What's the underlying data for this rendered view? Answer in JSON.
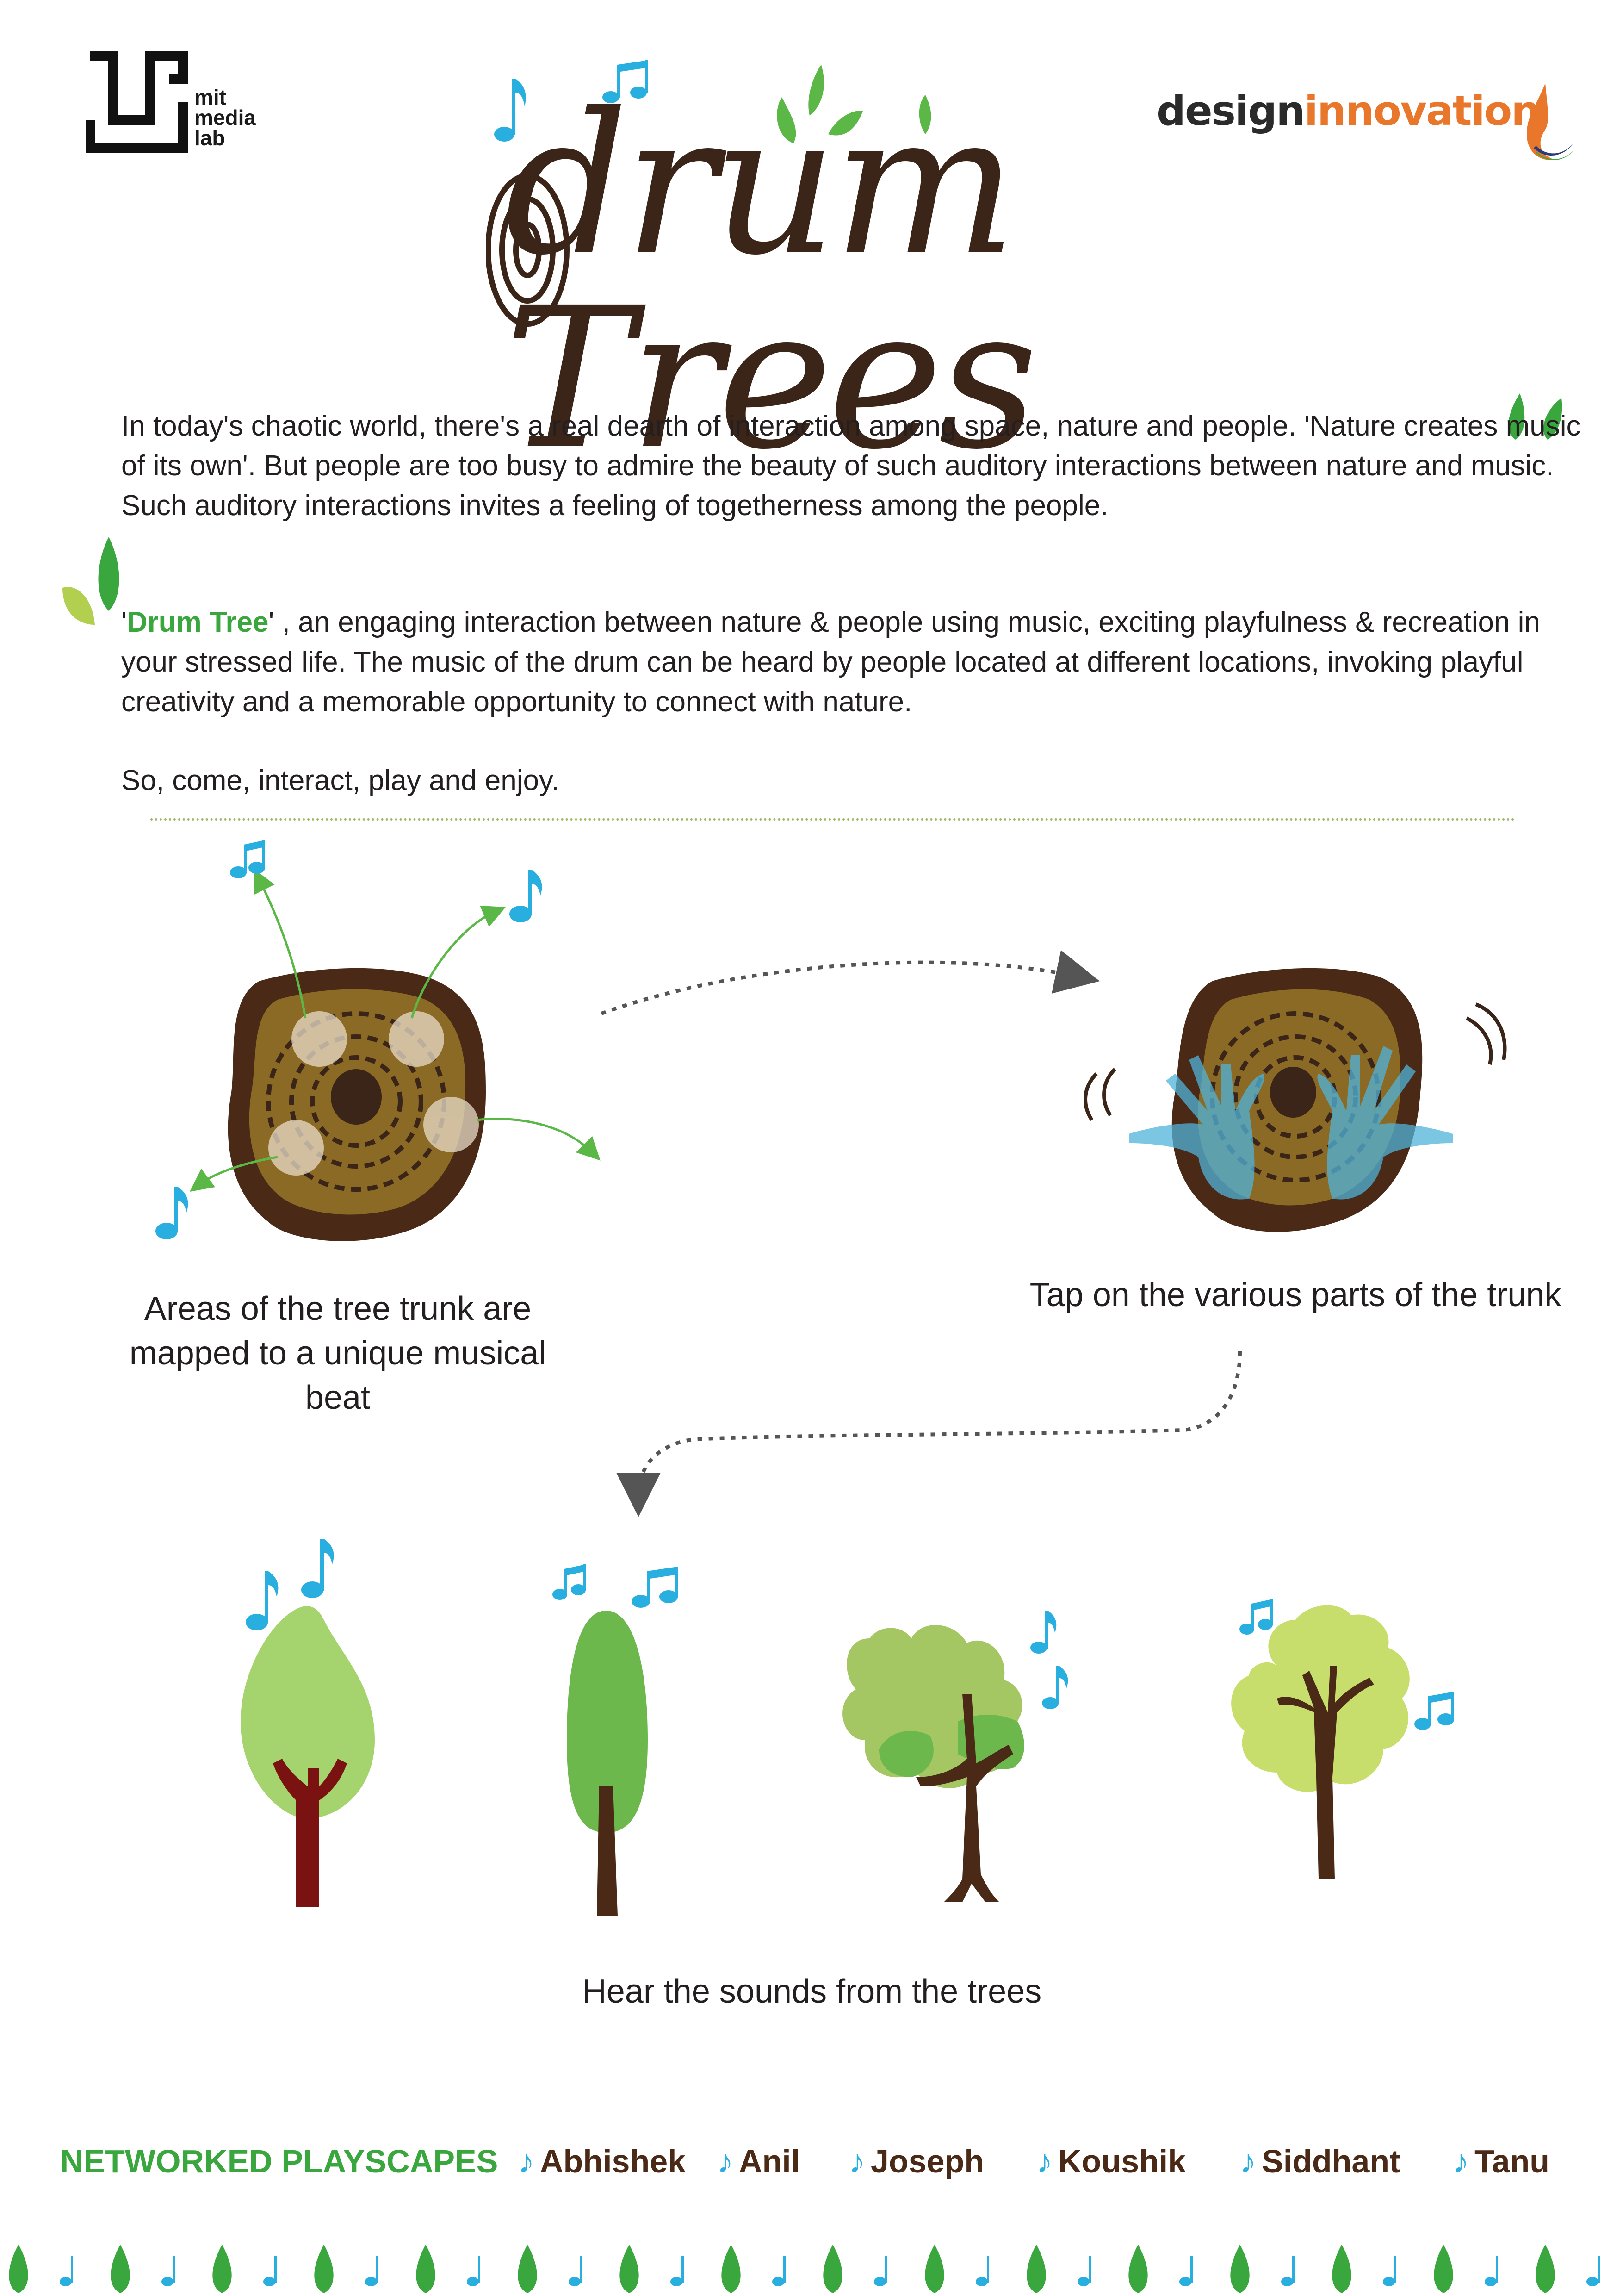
{
  "logos": {
    "mit": "mit\nmedia\nlab",
    "design": "design",
    "innovation": "innovation"
  },
  "title": "drum Trees",
  "intro": {
    "p1": "In today's chaotic world, there's a real dearth of interaction among space, nature and people. 'Nature creates music of its own'.  But people are too busy to admire the beauty of such auditory interactions between nature and music. Such auditory interactions invites a feeling of togetherness among the people.",
    "p2_open": "'",
    "p2_highlight": "Drum Tree",
    "p2_rest": "' , an engaging interaction between nature & people using music, exciting playfulness & recreation in your stressed life. The music of the drum can be heard by people located at different locations, invoking playful creativity and a memorable opportunity to connect with nature.",
    "p3": "So, come, interact, play and enjoy."
  },
  "steps": {
    "step1": "Areas of the tree trunk are mapped to a unique musical beat",
    "step2": "Tap on the various parts of the trunk",
    "step3": "Hear the sounds from the trees"
  },
  "footer": {
    "brand": "NETWORKED PLAYSCAPES",
    "members": [
      "Abhishek",
      "Anil",
      "Joseph",
      "Koushik",
      "Siddhant",
      "Tanu"
    ],
    "note_glyph": "♪"
  },
  "colors": {
    "green": "#3aa63e",
    "leaf": "#5bb847",
    "note_blue": "#29aee0",
    "bark": "#4a2a16",
    "trunk_gold": "#8a6a25",
    "orange": "#e8762b"
  }
}
